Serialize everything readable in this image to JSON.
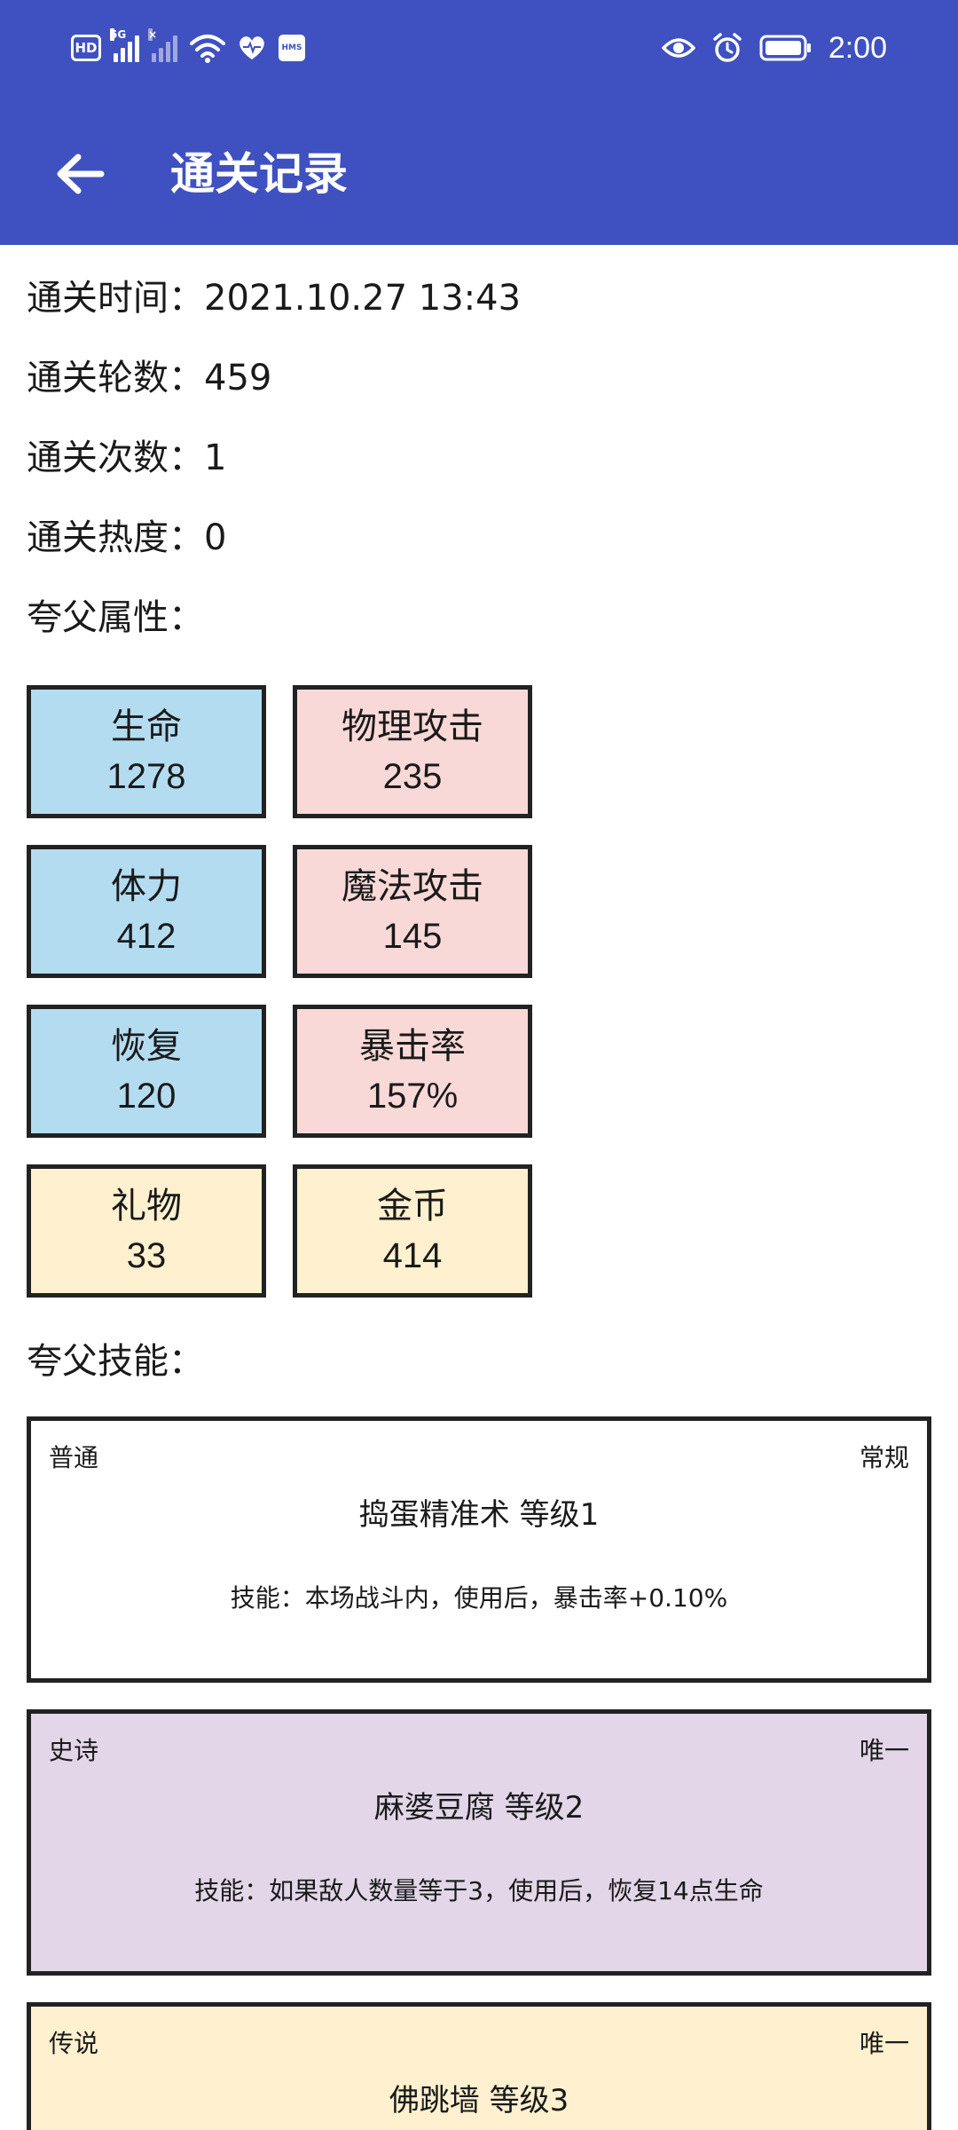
{
  "status_bar": {
    "time": "2:00",
    "hd": "HD",
    "net1": "5G",
    "net2": "×",
    "hms": "HMS",
    "icons": [
      "hd-icon",
      "signal-5g-icon",
      "signal-x-icon",
      "wifi-icon",
      "heart-health-icon",
      "hms-icon",
      "eye-icon",
      "alarm-icon",
      "battery-icon"
    ]
  },
  "header": {
    "title": "通关记录",
    "back_icon": "arrow-left-icon"
  },
  "colors": {
    "appbar": "#3f51c0",
    "blue": "#b3dcf0",
    "pink": "#f9d9d7",
    "yellow": "#fff1cf",
    "purple": "#e2d6e8",
    "white": "#ffffff",
    "border": "#222222"
  },
  "info": [
    {
      "label": "通关时间：",
      "value": "2021.10.27 13:43"
    },
    {
      "label": "通关轮数：",
      "value": "459"
    },
    {
      "label": "通关次数：",
      "value": "1"
    },
    {
      "label": "通关热度：",
      "value": "0"
    }
  ],
  "attributes_title": "夸父属性：",
  "attributes": [
    {
      "label": "生命",
      "value": "1278",
      "color": "#b3dcf0"
    },
    {
      "label": "物理攻击",
      "value": "235",
      "color": "#f9d9d7"
    },
    {
      "label": "体力",
      "value": "412",
      "color": "#b3dcf0"
    },
    {
      "label": "魔法攻击",
      "value": "145",
      "color": "#f9d9d7"
    },
    {
      "label": "恢复",
      "value": "120",
      "color": "#b3dcf0"
    },
    {
      "label": "暴击率",
      "value": "157%",
      "color": "#f9d9d7"
    },
    {
      "label": "礼物",
      "value": "33",
      "color": "#fff1cf"
    },
    {
      "label": "金币",
      "value": "414",
      "color": "#fff1cf"
    }
  ],
  "skills_title": "夸父技能：",
  "skills": [
    {
      "rarity": "普通",
      "kind": "常规",
      "name": "捣蛋精准术 等级1",
      "desc": "技能：本场战斗内，使用后，暴击率+0.10%",
      "color": "#ffffff"
    },
    {
      "rarity": "史诗",
      "kind": "唯一",
      "name": "麻婆豆腐 等级2",
      "desc": "技能：如果敌人数量等于3，使用后，恢复14点生命",
      "color": "#e2d6e8"
    },
    {
      "rarity": "传说",
      "kind": "唯一",
      "name": "佛跳墙 等级3",
      "desc": "",
      "color": "#fff1cf"
    }
  ]
}
